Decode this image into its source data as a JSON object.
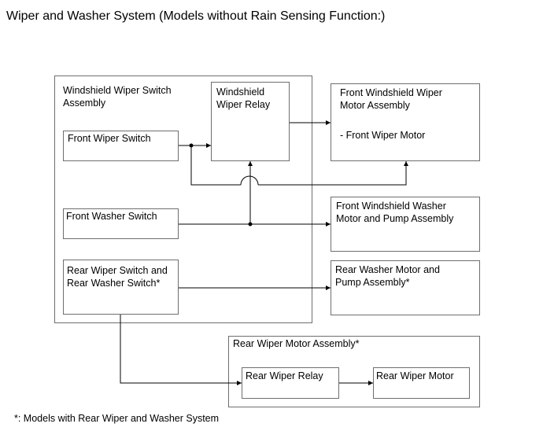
{
  "title": "Wiper and Washer System (Models without Rain Sensing Function:)",
  "blocks": {
    "switch_assembly": {
      "line1": "Windshield Wiper Switch",
      "line2": "Assembly"
    },
    "front_wiper_switch": {
      "line1": "Front Wiper Switch"
    },
    "front_washer_switch": {
      "line1": "Front Washer Switch"
    },
    "rear_switch": {
      "line1": "Rear Wiper Switch and",
      "line2": "Rear Washer Switch*"
    },
    "wiper_relay": {
      "line1": "Windshield",
      "line2": "Wiper Relay"
    },
    "front_wiper_motor_assy": {
      "line1": "Front Windshield Wiper",
      "line2": "Motor Assembly",
      "line3": "- Front Wiper Motor"
    },
    "front_washer_pump_assy": {
      "line1": "Front Windshield Washer",
      "line2": "Motor and Pump Assembly"
    },
    "rear_washer_pump_assy": {
      "line1": "Rear Washer Motor and",
      "line2": "Pump Assembly*"
    },
    "rear_wiper_motor_assy": {
      "line1": "Rear Wiper Motor Assembly*"
    },
    "rear_wiper_relay": {
      "line1": "Rear Wiper Relay"
    },
    "rear_wiper_motor": {
      "line1": "Rear Wiper Motor"
    }
  },
  "footnote": "*: Models with Rear Wiper and Washer System"
}
